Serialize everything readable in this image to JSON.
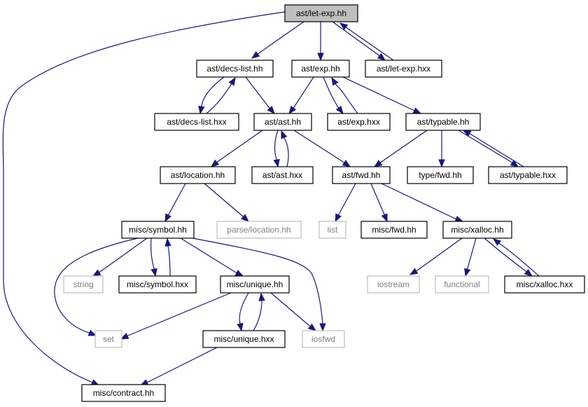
{
  "colors": {
    "edge": "#191970",
    "root_fill": "#bfbfbf",
    "node_border": "#000000",
    "external_border": "#bfbfbf",
    "external_text": "#7f7f7f"
  },
  "nodes": {
    "let_exp_hh": "ast/let-exp.hh",
    "decs_list_hh": "ast/decs-list.hh",
    "exp_hh": "ast/exp.hh",
    "let_exp_hxx": "ast/let-exp.hxx",
    "decs_list_hxx": "ast/decs-list.hxx",
    "ast_hh": "ast/ast.hh",
    "exp_hxx": "ast/exp.hxx",
    "typable_hh": "ast/typable.hh",
    "location_hh": "ast/location.hh",
    "ast_hxx": "ast/ast.hxx",
    "fwd_hh": "ast/fwd.hh",
    "type_fwd_hh": "type/fwd.hh",
    "typable_hxx": "ast/typable.hxx",
    "symbol_hh": "misc/symbol.hh",
    "parse_location_hh": "parse/location.hh",
    "list": "list",
    "misc_fwd_hh": "misc/fwd.hh",
    "xalloc_hh": "misc/xalloc.hh",
    "string": "string",
    "symbol_hxx": "misc/symbol.hxx",
    "unique_hh": "misc/unique.hh",
    "iostream": "iostream",
    "functional": "functional",
    "xalloc_hxx": "misc/xalloc.hxx",
    "set": "set",
    "unique_hxx": "misc/unique.hxx",
    "iosfwd": "iosfwd",
    "contract_hh": "misc/contract.hh"
  }
}
